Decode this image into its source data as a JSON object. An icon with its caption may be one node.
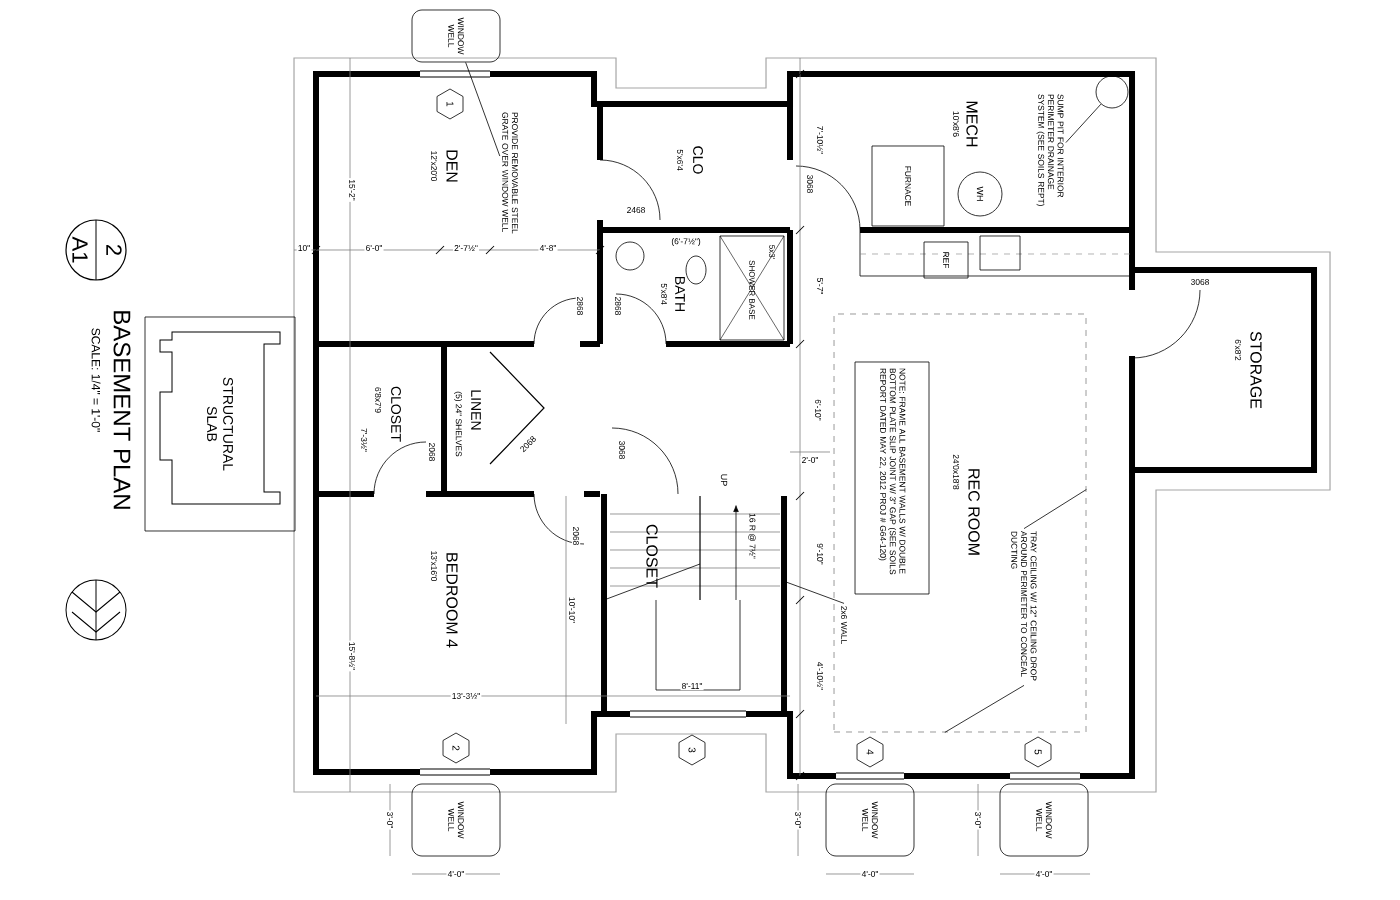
{
  "diagram": {
    "title": "BASEMENT PLAN",
    "nodes": [
      {
        "text": [
          "WINDOW WELL"
        ]
      },
      {
        "text": [
          "PROVIDE REMOVABLE STEEL GRATE OVER WINDOW WELL"
        ]
      },
      {
        "text": [
          "1"
        ]
      },
      {
        "text": [
          "SUMP PIT FOR INTERIOR PERIMETER DRAINAGE SYSTEM (SEE SOILS REPT)"
        ]
      },
      {
        "text": [],
        "shape": "circle"
      },
      {
        "text": [
          "FURNACE"
        ]
      },
      {
        "text": [
          "WH"
        ]
      },
      {
        "text": [
          "REF"
        ]
      },
      {
        "text": [
          "2",
          "A1"
        ]
      },
      {
        "text": [
          "STRUCTURAL SLAB"
        ]
      },
      {
        "text": [],
        "shape": "box"
      },
      {
        "text": [
          "NOTE: FRAME ALL BASEMENT WALLS W/ DOUBLE BOTTOM PLATE SLIP JOINT W/ 3\" GAP (SEE SOILS REPORT DATED MAY 22, 2012 PROJ # G64-120)"
        ],
        "in": 10
      },
      {
        "text": [
          "TRAY CEILING W/ 12\" CEILING DROP AROUND PERIMETER TO CONCEAL DUCTING"
        ],
        "in": 10
      },
      {
        "text": [
          "2x6 WALL"
        ],
        "in": 10
      },
      {
        "text": [
          "WINDOW WELL"
        ]
      },
      {
        "text": [
          "2"
        ]
      },
      {
        "text": [
          "3"
        ]
      },
      {
        "text": [
          "4"
        ]
      },
      {
        "text": [
          "WINDOW WELL"
        ]
      },
      {
        "text": [
          "5"
        ]
      },
      {
        "text": [
          "WINDOW WELL"
        ]
      }
    ],
    "edges": [
      {
        "from": 1,
        "to": 0,
        "arrow": "none"
      },
      {
        "from": 3,
        "to": 4,
        "arrow": "none"
      },
      {
        "from": 12,
        "to": 10,
        "arrow": "none"
      },
      {
        "from": 12,
        "to": 10,
        "arrow": "none"
      },
      {
        "from": 13,
        "to": null,
        "arrow": "none"
      }
    ],
    "labels": [
      "SCALE: 1/4\" = 1'-0\"",
      "12'x20'0",
      "DEN",
      "5'x6'4",
      "CLO",
      "MECH",
      "10'x8'6",
      "10\"",
      "6'-0\"",
      "2'-7½\"",
      "4'-8\"",
      "(6'-7½\")",
      "15'-2\"",
      "2468",
      "7'-10½\"",
      "3068",
      "2868",
      "2868",
      "BATH",
      "5'x8'4",
      "SHOWER BASE",
      "5x3'",
      "5'-7\"",
      "STORAGE",
      "6'x8'2",
      "3068",
      "CLOSET",
      "6'8x7'9",
      "7'-3½\"",
      "2068",
      "(5) 24\" SHELVES",
      "LINEN",
      "2068",
      "3068",
      "6'-10\"",
      "2'-0\"",
      "UP",
      "16 R @ 7½\"",
      "REC ROOM",
      "24'0x18'8",
      "2068",
      "CLOSET",
      "BEDROOM 4",
      "13'x16'0",
      "10'-10\"",
      "9'-10\"",
      "15'-8½\"",
      "4'-10½\"",
      "13'-3½\"",
      "8'-11\"",
      "3'-0\"",
      "4'-0\"",
      "3'-0\"",
      "4'-0\"",
      "3'-0\"",
      "4'-0\""
    ]
  }
}
